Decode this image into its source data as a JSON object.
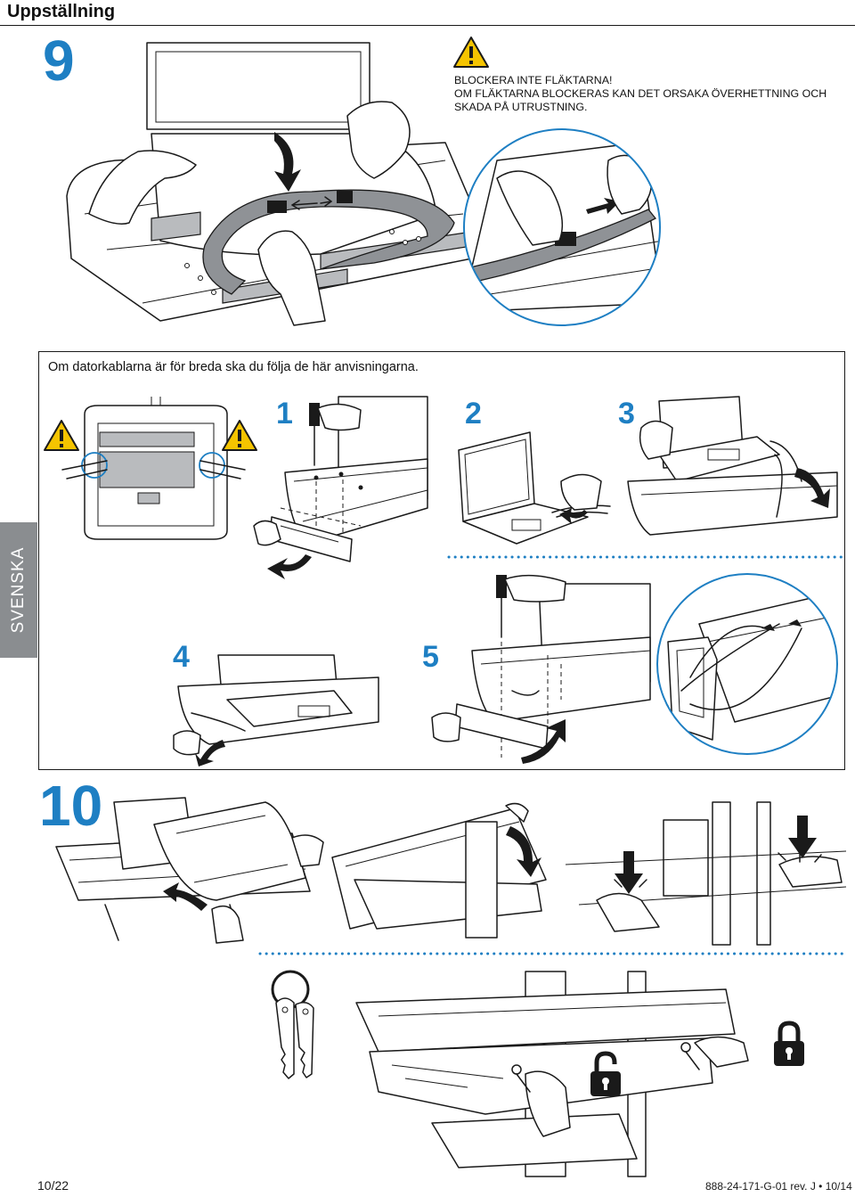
{
  "header": {
    "title": "Uppställning"
  },
  "steps": {
    "step9": "9",
    "step10": "10"
  },
  "warning": {
    "line1": "BLOCKERA INTE FLÄKTARNA!",
    "line2": "OM FLÄKTARNA BLOCKERAS KAN DET ORSAKA ÖVERHETTNING OCH",
    "line3": "SKADA PÅ UTRUSTNING."
  },
  "cable_box": {
    "note": "Om datorkablarna är för breda ska du följa de här anvisningarna.",
    "substeps": [
      "1",
      "2",
      "3",
      "4",
      "5"
    ]
  },
  "side_tab": {
    "label": "SVENSKA",
    "color": "#8a8d90"
  },
  "footer": {
    "page": "10/22",
    "reference": "888-24-171-G-01 rev. J • 10/14"
  },
  "colors": {
    "accent": "#1e7fc3",
    "warning_yellow": "#f5c400",
    "strap_grey": "#8f9296"
  },
  "icons": [
    "warning-icon",
    "padlock-locked-icon",
    "padlock-unlocked-icon",
    "keys-icon",
    "arrow-icon",
    "screwdriver-icon"
  ]
}
